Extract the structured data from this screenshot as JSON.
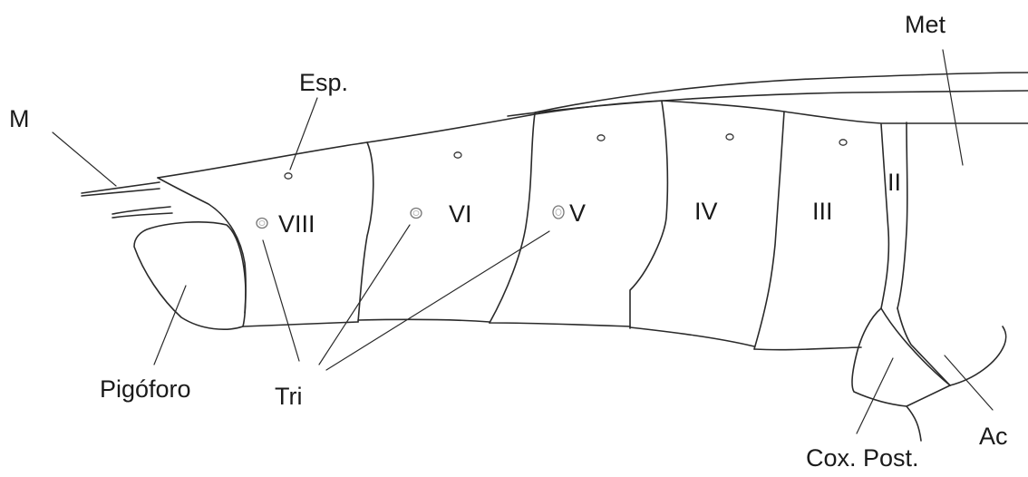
{
  "labels": {
    "met": "Met",
    "esp": "Esp.",
    "m": "M",
    "viii": "VIII",
    "vi": "VI",
    "v": "V",
    "iv": "IV",
    "iii": "III",
    "ii": "II",
    "pigoforo": "Pigóforo",
    "tri": "Tri",
    "cox_post": "Cox. Post.",
    "ac": "Ac"
  }
}
